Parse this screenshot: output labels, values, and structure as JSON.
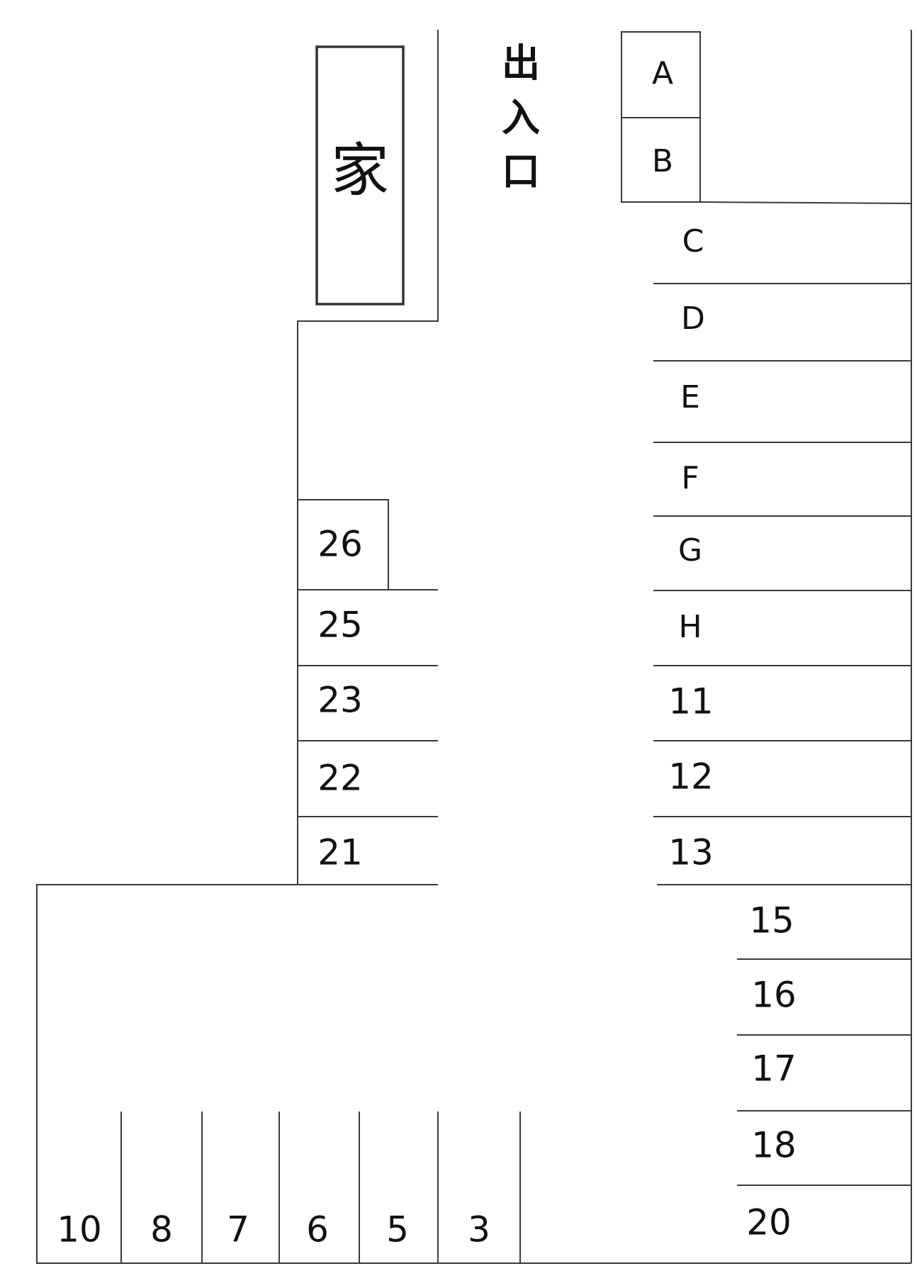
{
  "house_label": "家",
  "entrance_chars": [
    "出",
    "入",
    "口"
  ],
  "spaces": {
    "A": "A",
    "B": "B",
    "C": "C",
    "D": "D",
    "E": "E",
    "F": "F",
    "G": "G",
    "H": "H",
    "s11": "11",
    "s12": "12",
    "s13": "13",
    "s15": "15",
    "s16": "16",
    "s17": "17",
    "s18": "18",
    "s20": "20",
    "s26": "26",
    "s25": "25",
    "s23": "23",
    "s22": "22",
    "s21": "21",
    "s10": "10",
    "s8": "8",
    "s7": "7",
    "s6": "6",
    "s5": "5",
    "s3": "3"
  }
}
